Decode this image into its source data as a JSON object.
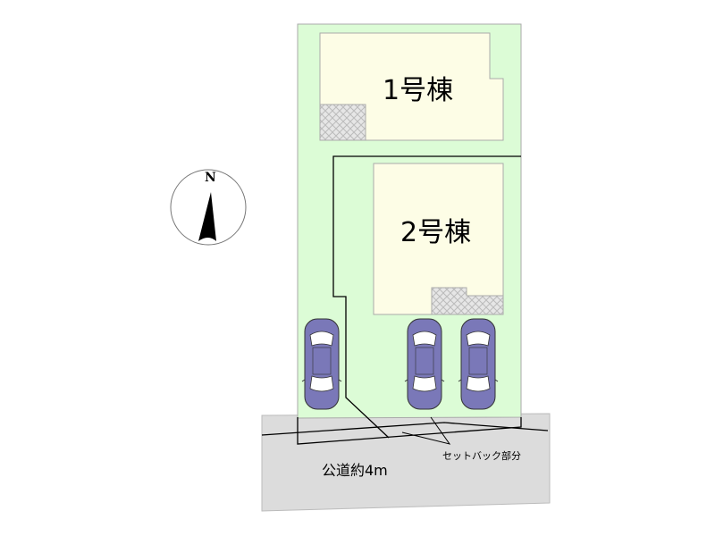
{
  "buildings": [
    {
      "label": "1号棟"
    },
    {
      "label": "2号棟"
    }
  ],
  "road_label": "公道約4m",
  "setback_label": "セットバック部分",
  "compass": {
    "label": "N"
  },
  "colors": {
    "lot": "#dcfcd6",
    "building": "#fdfde6",
    "road": "#dcdcdc",
    "car": "#7a78b8"
  }
}
